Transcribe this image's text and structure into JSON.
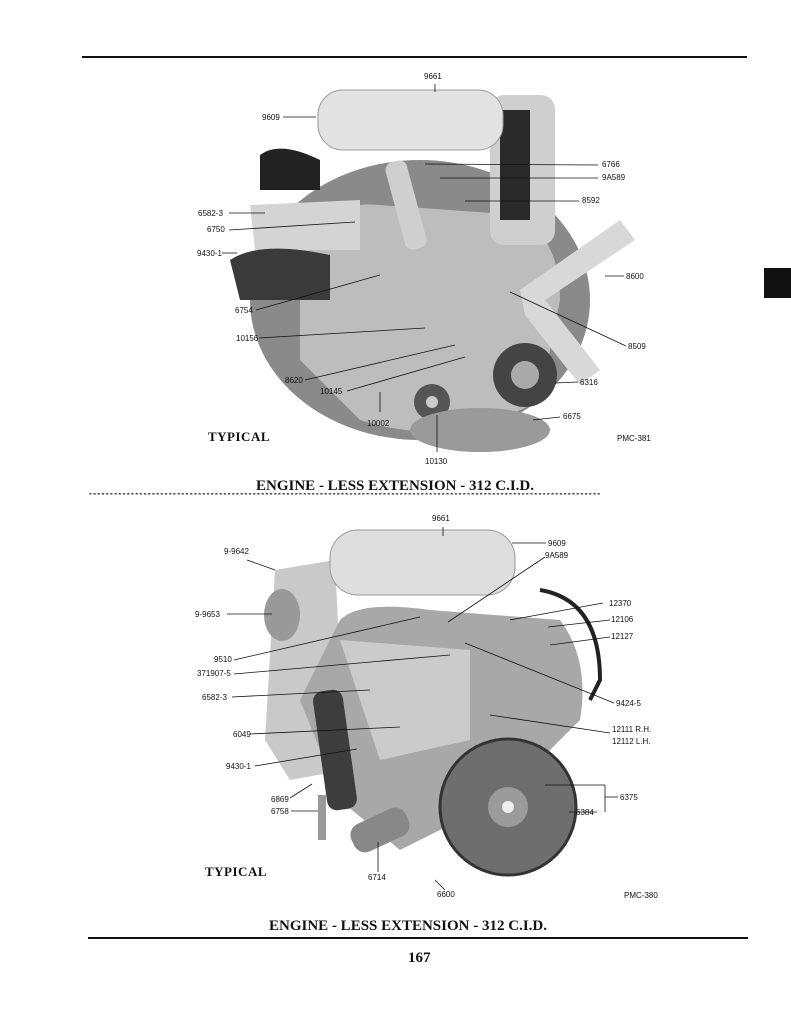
{
  "figure_top": {
    "callouts": [
      "9661",
      "9609",
      "6766",
      "9A589",
      "8592",
      "6582-3",
      "6750",
      "9430-1",
      "8600",
      "6754",
      "10156",
      "8509",
      "8620",
      "6316",
      "10145",
      "10002",
      "6675",
      "10130"
    ],
    "note": "TYPICAL",
    "figure_id": "PMC-381",
    "caption": "ENGINE - LESS EXTENSION -  312  C.I.D."
  },
  "separator": "**************************************************************************************************************************",
  "figure_bottom": {
    "callouts": [
      "9661",
      "9609",
      "9A589",
      "9-9642",
      "12370",
      "9-9653",
      "12106",
      "12127",
      "9510",
      "371907-5",
      "6582-3",
      "9424-5",
      "12111  R.H.",
      "12112  L.H.",
      "6049",
      "9430-1",
      "6375",
      "6869",
      "6384",
      "6758",
      "6714",
      "6600"
    ],
    "note": "TYPICAL",
    "figure_id": "PMC-380",
    "caption": "ENGINE - LESS EXTENSION  -  312  C.I.D."
  },
  "page_number": "167"
}
